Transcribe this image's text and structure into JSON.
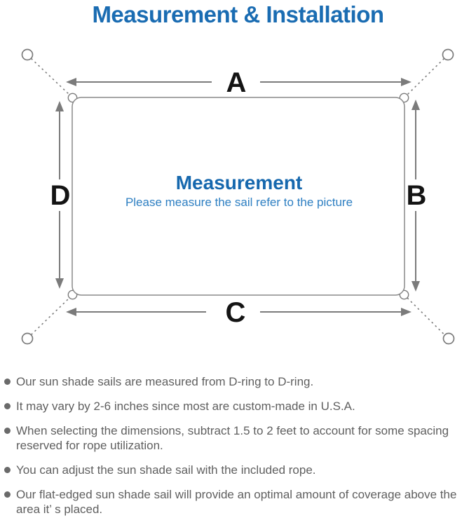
{
  "title": "Measurement & Installation",
  "diagram": {
    "center_title": "Measurement",
    "center_subtitle": "Please measure the sail refer to the picture",
    "dimension_labels": {
      "top": "A",
      "right": "B",
      "bottom": "C",
      "left": "D"
    }
  },
  "notes": {
    "items": [
      "Our sun shade sails are measured from D-ring to D-ring.",
      "It may vary by 2-6 inches since most are custom-made in U.S.A.",
      "When selecting the dimensions, subtract 1.5 to 2 feet to account for some spacing reserved for rope utilization.",
      "You can adjust the sun shade sail with the included rope.",
      "Our flat-edged sun shade sail will provide an optimal amount of coverage above the area it’ s placed."
    ]
  },
  "colors": {
    "title_blue": "#1a6cb2",
    "center_title_blue": "#1668ae",
    "subtitle_blue": "#2e7fc2",
    "diagram_line_gray": "#7b7b7b",
    "note_text_gray": "#5f5f5f",
    "dimension_label_black": "#141414"
  }
}
